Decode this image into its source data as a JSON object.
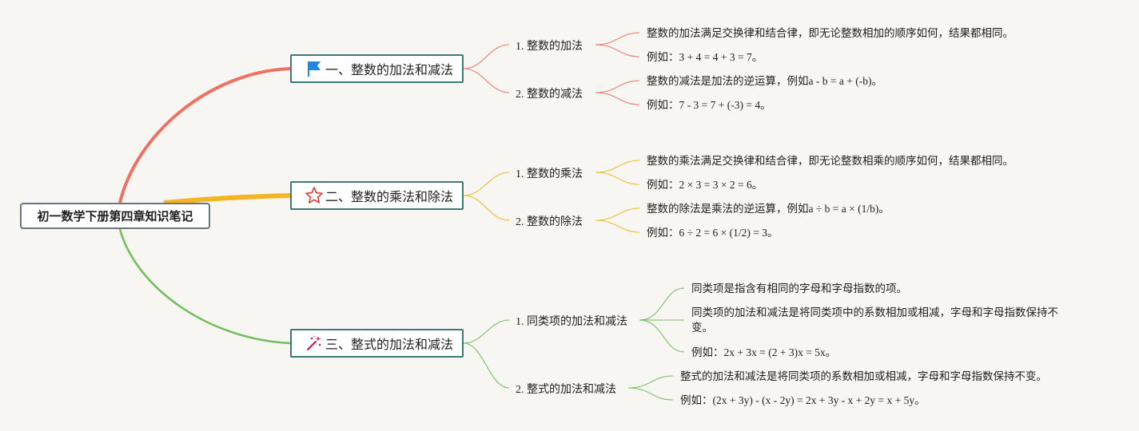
{
  "root": {
    "title": "初一数学下册第四章知识笔记"
  },
  "colors": {
    "branch1": "#ee7263",
    "branch2": "#f5b522",
    "branch3": "#6fbf5b",
    "box_border": "#3c7a7a",
    "root_border": "#6b7480"
  },
  "branches": [
    {
      "title": "一、整数的加法和减法",
      "icon": "flag-icon",
      "subs": [
        {
          "title": "1. 整数的加法",
          "leaves": [
            "整数的加法满足交换律和结合律，即无论整数相加的顺序如何，结果都相同。",
            "例如：3 + 4 = 4 + 3 = 7。"
          ]
        },
        {
          "title": "2. 整数的减法",
          "leaves": [
            "整数的减法是加法的逆运算，例如a - b = a + (-b)。",
            "例如：7 - 3 = 7 + (-3) = 4。"
          ]
        }
      ]
    },
    {
      "title": "二、整数的乘法和除法",
      "icon": "star-icon",
      "subs": [
        {
          "title": "1. 整数的乘法",
          "leaves": [
            "整数的乘法满足交换律和结合律，即无论整数相乘的顺序如何，结果都相同。",
            "例如：2 × 3 = 3 × 2 = 6。"
          ]
        },
        {
          "title": "2. 整数的除法",
          "leaves": [
            "整数的除法是乘法的逆运算，例如a ÷ b = a × (1/b)。",
            "例如：6 ÷ 2 = 6 × (1/2) = 3。"
          ]
        }
      ]
    },
    {
      "title": "三、整式的加法和减法",
      "icon": "magic-wand-icon",
      "subs": [
        {
          "title": "1. 同类项的加法和减法",
          "leaves": [
            "同类项是指含有相同的字母和字母指数的项。",
            "同类项的加法和减法是将同类项中的系数相加或相减，字母和字母指数保持不变。",
            "例如：2x + 3x = (2 + 3)x = 5x。"
          ]
        },
        {
          "title": "2. 整式的加法和减法",
          "leaves": [
            "整式的加法和减法是将同类项的系数相加或相减，字母和字母指数保持不变。",
            "例如：(2x + 3y) - (x - 2y) = 2x + 3y - x + 2y = x + 5y。"
          ]
        }
      ]
    }
  ]
}
